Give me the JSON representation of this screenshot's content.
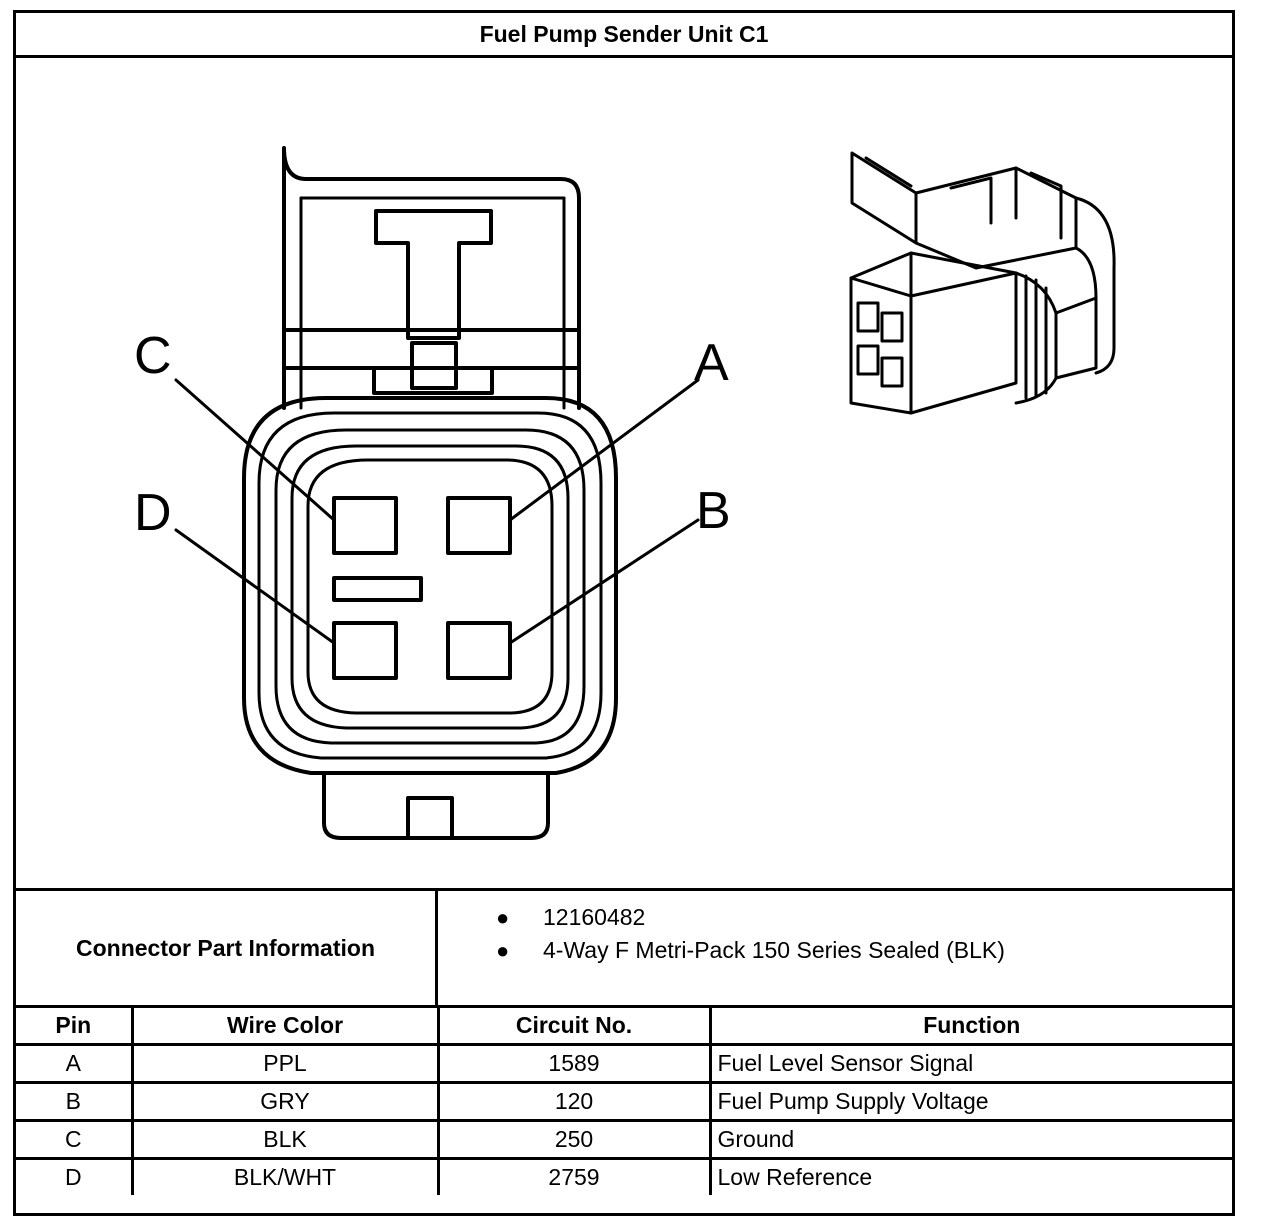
{
  "title": "Fuel Pump Sender Unit C1",
  "figure": {
    "pin_labels": {
      "a": "A",
      "b": "B",
      "c": "C",
      "d": "D"
    }
  },
  "connector_info": {
    "label": "Connector Part Information",
    "items": [
      "12160482",
      "4-Way F Metri-Pack 150 Series Sealed (BLK)"
    ]
  },
  "pin_table": {
    "headers": [
      "Pin",
      "Wire Color",
      "Circuit No.",
      "Function"
    ],
    "rows": [
      [
        "A",
        "PPL",
        "1589",
        "Fuel Level Sensor Signal"
      ],
      [
        "B",
        "GRY",
        "120",
        "Fuel Pump Supply Voltage"
      ],
      [
        "C",
        "BLK",
        "250",
        "Ground"
      ],
      [
        "D",
        "BLK/WHT",
        "2759",
        "Low Reference"
      ]
    ]
  }
}
